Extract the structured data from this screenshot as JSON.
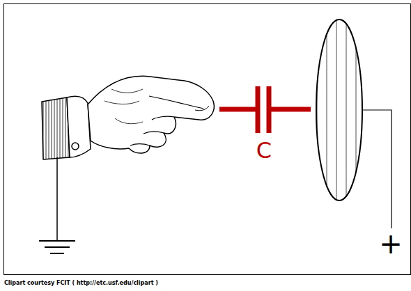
{
  "diagram": {
    "caption": "Clipart courtesy FCIT ( http://etc.usf.edu/clipart )",
    "labels": [
      "C",
      "+"
    ]
  }
}
